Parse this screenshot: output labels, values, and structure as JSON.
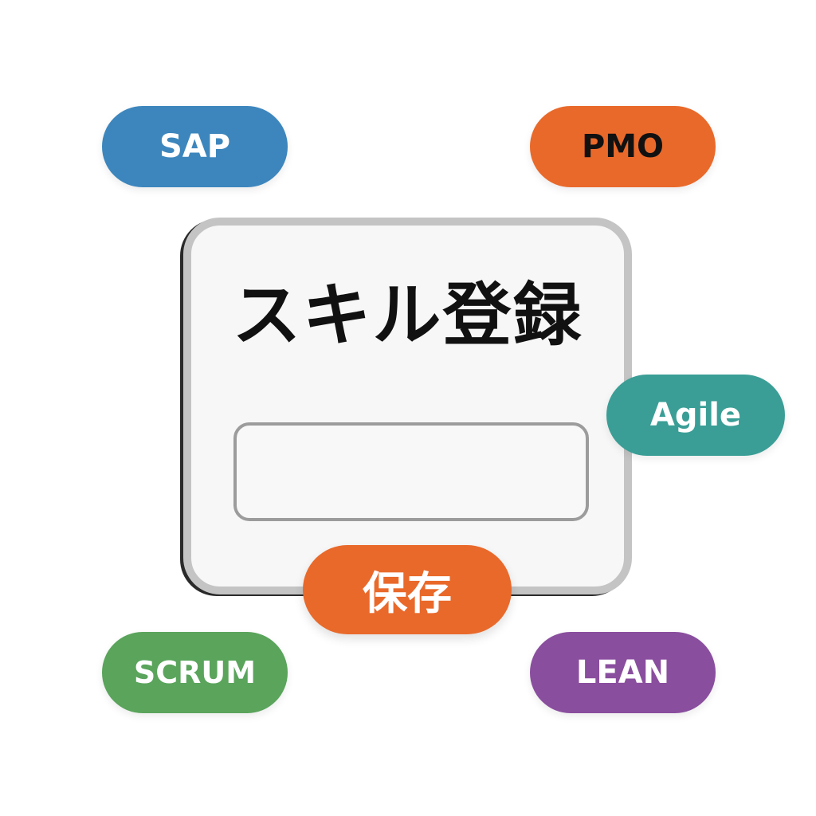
{
  "tags": {
    "sap": {
      "label": "SAP",
      "color": "#3d86bd"
    },
    "pmo": {
      "label": "PMO",
      "color": "#e9692a"
    },
    "agile": {
      "label": "Agile",
      "color": "#3a9e96"
    },
    "scrum": {
      "label": "SCRUM",
      "color": "#5aa45c"
    },
    "lean": {
      "label": "LEAN",
      "color": "#8a4e9e"
    }
  },
  "form": {
    "title": "スキル登録",
    "input_value": "",
    "save_label": "保存",
    "save_color": "#e9692a"
  }
}
